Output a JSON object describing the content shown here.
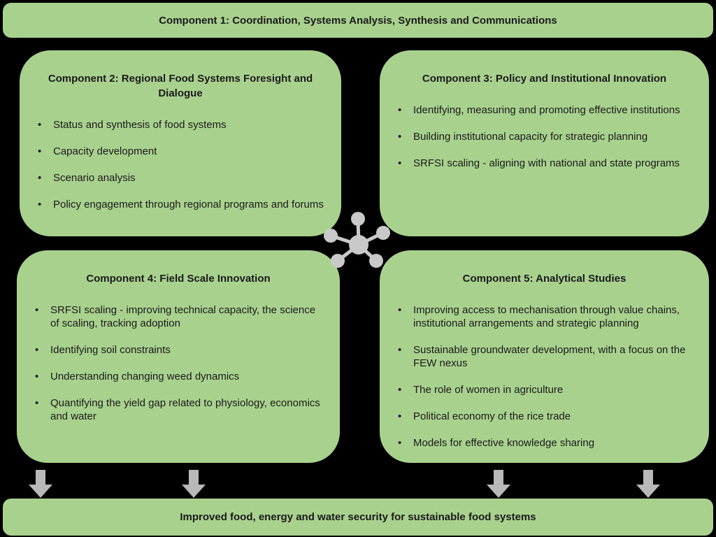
{
  "colors": {
    "box_green": "#a9d18e",
    "background": "#000000",
    "text": "#1a1a1a",
    "arrow_gray": "#b9b9b9",
    "hub_gray": "#c9c9c9"
  },
  "component1": {
    "title": "Component 1: Coordination, Systems Analysis, Synthesis and Communications"
  },
  "component2": {
    "title": "Component 2: Regional Food Systems Foresight and Dialogue",
    "bullets": [
      "Status and synthesis of food systems",
      "Capacity development",
      "Scenario analysis",
      "Policy engagement through regional programs and forums"
    ]
  },
  "component3": {
    "title": "Component 3: Policy and Institutional Innovation",
    "bullets": [
      "Identifying, measuring and promoting effective institutions",
      "Building institutional capacity for strategic planning",
      "SRFSI scaling - aligning with national and state programs"
    ]
  },
  "component4": {
    "title": "Component 4: Field Scale Innovation",
    "bullets": [
      "SRFSI scaling - improving technical capacity, the science of scaling, tracking adoption",
      "Identifying soil constraints",
      "Understanding changing weed dynamics",
      "Quantifying the yield gap related to physiology, economics and water"
    ]
  },
  "component5": {
    "title": "Component 5: Analytical Studies",
    "bullets": [
      "Improving access to mechanisation through value chains, institutional arrangements and strategic planning",
      "Sustainable groundwater development, with a focus on the FEW nexus",
      "The role of women in agriculture",
      "Political economy of the rice trade",
      "Models for effective knowledge sharing"
    ]
  },
  "outcome": {
    "title": "Improved food, energy and water security for sustainable food systems"
  },
  "icons": {
    "center": "network-hub-icon",
    "flow": "down-arrow-icon"
  }
}
